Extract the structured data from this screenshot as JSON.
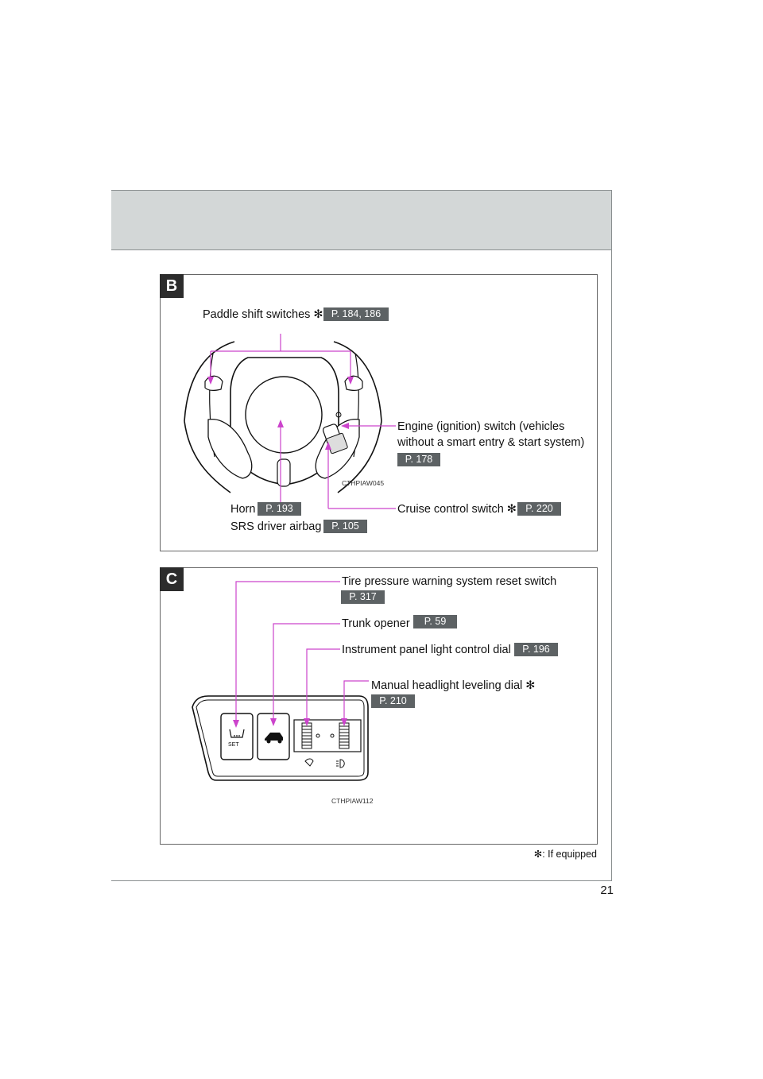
{
  "page": {
    "number": "21",
    "equipped_mark": "✻"
  },
  "section_b": {
    "tag": "B",
    "image_code": "CTHPIAW045",
    "paddle_label": "Paddle shift switches ✻",
    "paddle_ref": "P. 184, 186",
    "engine_label_line1": "Engine (ignition) switch (vehicles",
    "engine_label_line2": "without a smart entry & start system)",
    "engine_ref": "P. 178",
    "horn_label": "Horn",
    "horn_ref": "P. 193",
    "airbag_label": "SRS driver airbag",
    "airbag_ref": "P. 105",
    "cruise_label": "Cruise control switch ✻",
    "cruise_ref": "P. 220"
  },
  "section_c": {
    "tag": "C",
    "image_code": "CTHPIAW112",
    "tire_label": "Tire pressure warning system reset switch",
    "tire_ref": "P. 317",
    "trunk_label": "Trunk opener",
    "trunk_ref": "P. 59",
    "instrument_label": "Instrument panel light control dial",
    "instrument_ref": "P. 196",
    "headlight_label": "Manual headlight leveling dial ✻",
    "headlight_ref": "P. 210",
    "set_label": "SET"
  },
  "footnote": "✻: If equipped",
  "colors": {
    "leader": "#cc44cc",
    "ref_bg": "#5d6264",
    "header_band": "#d3d7d7"
  }
}
